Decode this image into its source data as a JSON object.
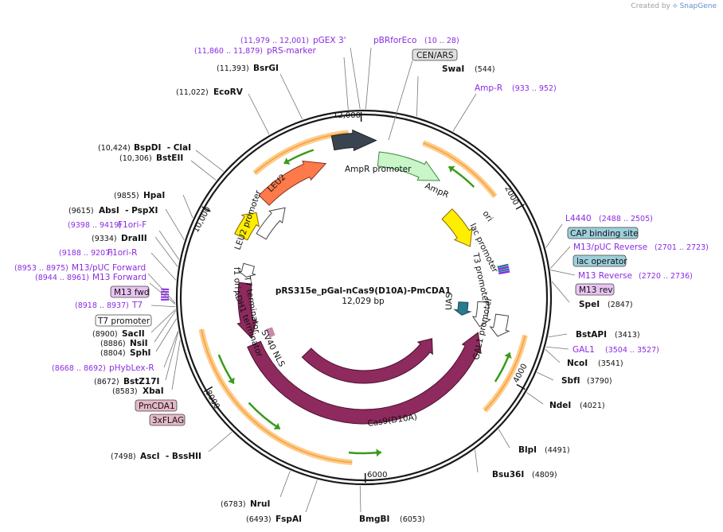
{
  "app": {
    "credit_prefix": "Created by",
    "brand": "SnapGene"
  },
  "plasmid": {
    "name": "pRS315e_pGal-nCas9(D10A)-PmCDA1",
    "size_label": "12,029 bp",
    "length": 12029
  },
  "ticks": [
    {
      "label": "2000",
      "bp": 2000
    },
    {
      "label": "4000",
      "bp": 4000
    },
    {
      "label": "6000",
      "bp": 6000
    },
    {
      "label": "8000",
      "bp": 8000
    },
    {
      "label": "10,000",
      "bp": 10000
    },
    {
      "label": "12,000",
      "bp": 12000
    }
  ],
  "sites": [
    {
      "name": "SwaI",
      "pos": "(544)",
      "bp": 544
    },
    {
      "name": "SpeI",
      "pos": "(2847)",
      "bp": 2847
    },
    {
      "name": "BstAPI",
      "pos": "(3413)",
      "bp": 3413
    },
    {
      "name": "NcoI",
      "pos": "(3541)",
      "bp": 3541
    },
    {
      "name": "SbfI",
      "pos": "(3790)",
      "bp": 3790
    },
    {
      "name": "NdeI",
      "pos": "(4021)",
      "bp": 4021
    },
    {
      "name": "BlpI",
      "pos": "(4491)",
      "bp": 4491
    },
    {
      "name": "Bsu36I",
      "pos": "(4809)",
      "bp": 4809
    },
    {
      "name": "BmgBI",
      "pos": "(6053)",
      "bp": 6053
    },
    {
      "name": "FspAI",
      "pos": "(6493)",
      "bp": 6493
    },
    {
      "name": "NruI",
      "pos": "(6783)",
      "bp": 6783
    },
    {
      "name": "AscI  - BssHII",
      "pos": "(7498)",
      "bp": 7498
    },
    {
      "name": "XbaI",
      "pos": "(8583)",
      "bp": 8583
    },
    {
      "name": "BstZ17I",
      "pos": "(8672)",
      "bp": 8672
    },
    {
      "name": "SphI",
      "pos": "(8804)",
      "bp": 8804
    },
    {
      "name": "NsiI",
      "pos": "(8886)",
      "bp": 8886
    },
    {
      "name": "SacII",
      "pos": "(8900)",
      "bp": 8900
    },
    {
      "name": "DraIII",
      "pos": "(9334)",
      "bp": 9334
    },
    {
      "name": "AbsI  - PspXI",
      "pos": "(9615)",
      "bp": 9615
    },
    {
      "name": "HpaI",
      "pos": "(9855)",
      "bp": 9855
    },
    {
      "name": "BstEII",
      "pos": "(10,306)",
      "bp": 10306
    },
    {
      "name": "BspDI  - ClaI",
      "pos": "(10,424)",
      "bp": 10424
    },
    {
      "name": "EcoRV",
      "pos": "(11,022)",
      "bp": 11022
    },
    {
      "name": "BsrGI",
      "pos": "(11,393)",
      "bp": 11393
    }
  ],
  "primers": [
    {
      "name": "pBRforEco",
      "pos": "(10 .. 28)",
      "bp": 19
    },
    {
      "name": "pGEX 3'",
      "pos": "(11,979 .. 12,001)",
      "bp": 11990
    },
    {
      "name": "pRS-marker",
      "pos": "(11,860 .. 11,879)",
      "bp": 11870
    },
    {
      "name": "Amp-R",
      "pos": "(933 .. 952)",
      "bp": 942
    },
    {
      "name": "L4440",
      "pos": "(2488 .. 2505)",
      "bp": 2496
    },
    {
      "name": "M13/pUC Reverse",
      "pos": "(2701 .. 2723)",
      "bp": 2712
    },
    {
      "name": "M13 Reverse",
      "pos": "(2720 .. 2736)",
      "bp": 2728
    },
    {
      "name": "GAL1",
      "pos": "(3504 .. 3527)",
      "bp": 3515
    },
    {
      "name": "pHybLex-R",
      "pos": "(8668 .. 8692)",
      "bp": 8680
    },
    {
      "name": "T7",
      "pos": "(8918 .. 8937)",
      "bp": 8927
    },
    {
      "name": "M13 Forward",
      "pos": "(8944 .. 8961)",
      "bp": 8952
    },
    {
      "name": "M13/pUC Forward",
      "pos": "(8953 .. 8975)",
      "bp": 8964
    },
    {
      "name": "F1ori-R",
      "pos": "(9188 .. 9207)",
      "bp": 9197
    },
    {
      "name": "F1ori-F",
      "pos": "(9398 .. 9419)",
      "bp": 9408
    }
  ],
  "boxed_features": [
    {
      "name": "CEN/ARS",
      "fill": "#e0e0e0"
    },
    {
      "name": "CAP binding site",
      "fill": "#9ecfdc"
    },
    {
      "name": "lac operator",
      "fill": "#9ecfdc"
    },
    {
      "name": "M13 rev",
      "fill": "#e8c4f0"
    },
    {
      "name": "M13 fwd",
      "fill": "#e8c4f0"
    },
    {
      "name": "T7 promoter",
      "fill": "#ffffff"
    },
    {
      "name": "PmCDA1",
      "fill": "#e6b8c8"
    },
    {
      "name": "3xFLAG",
      "fill": "#e6b8c8"
    }
  ],
  "feature_labels": {
    "ampr_promoter": "AmpR promoter",
    "ampr": "AmpR",
    "ori": "ori",
    "lac_promoter": "lac promoter",
    "t3_promoter": "T3 promoter",
    "uas": "UAS",
    "gal1_promoter": "GAL1 promoter",
    "cas9": "Cas9",
    "cas9_d10a": "Cas9(D10A)",
    "sv40_nls": "SV40 NLS",
    "adh1_terminator": "ADH1 terminator",
    "t7_terminator": "T7 terminator",
    "f1_ori": "f1 ori",
    "leu2_promoter": "LEU2 promoter",
    "leu2": "LEU2"
  },
  "colors": {
    "backbone": "#1a1a1a",
    "ampr": "#c9f5c9",
    "ampr_promoter": "#3a4450",
    "ori": "#ffee00",
    "leu2": "#ff7a4a",
    "cas9": "#8e2a5e",
    "uas": "#2a7a90",
    "orf_band": "#ffcc88",
    "orf_arrow": "#3a9a1a",
    "primer": "#8a2be2",
    "lac": "#5a5a7a"
  }
}
